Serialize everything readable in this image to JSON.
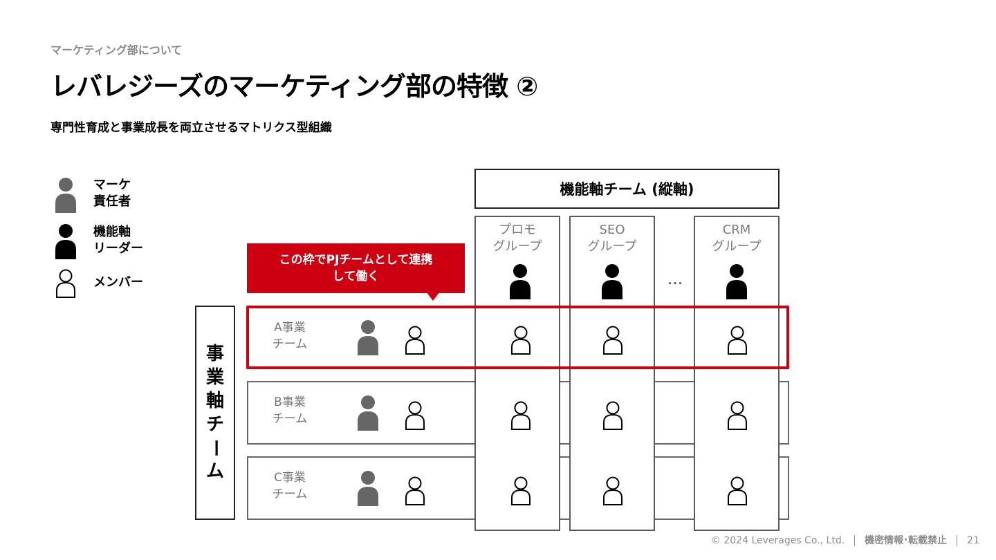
{
  "header": {
    "breadcrumb": "マーケティング部について",
    "title": "レバレジーズのマーケティング部の特徴 ②",
    "subtitle": "専門性育成と事業成長を両立させるマトリクス型組織"
  },
  "legend": [
    {
      "label": "マーケ\n責任者",
      "icon": "person-gray-icon",
      "color": "#666666"
    },
    {
      "label": "機能軸\nリーダー",
      "icon": "person-black-icon",
      "color": "#000000"
    },
    {
      "label": "メンバー",
      "icon": "person-outline-icon",
      "color": "#ffffff"
    }
  ],
  "diagram": {
    "function_axis_title": "機能軸チーム (縦軸)",
    "business_axis_title": [
      "事",
      "業",
      "軸",
      "チ",
      "ー",
      "ム"
    ],
    "columns": [
      {
        "label": "プロモ\nグループ"
      },
      {
        "label": "SEO\nグループ"
      },
      {
        "label": "CRM\nグループ"
      }
    ],
    "ellipsis": "…",
    "rows": [
      {
        "label": "A事業\nチーム"
      },
      {
        "label": "B事業\nチーム"
      },
      {
        "label": "C事業\nチーム"
      }
    ],
    "callout": "この枠でPJチームとして連携\nして働く",
    "colors": {
      "accent_red": "#cc0010",
      "manager_gray": "#666666",
      "leader_black": "#000000"
    }
  },
  "footer": {
    "copyright": "© 2024 Leverages Co., Ltd.",
    "confidential": "機密情報･転載禁止",
    "page_number": "21"
  }
}
